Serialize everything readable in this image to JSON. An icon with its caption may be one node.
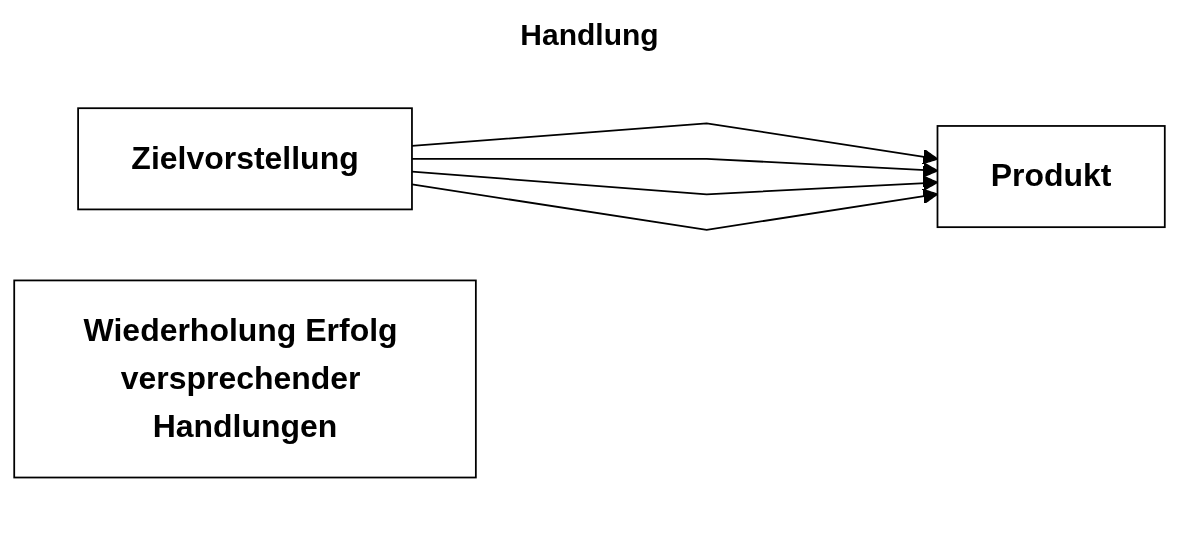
{
  "diagram": {
    "title": "Handlung",
    "nodes": [
      {
        "text": [
          "Zielvorstellung"
        ]
      },
      {
        "text": [
          "Produkt"
        ]
      },
      {
        "text": [
          "Wiederholung Erfolg versprechender Handlungen"
        ]
      }
    ],
    "edges": [
      {
        "from": 0,
        "to": 1,
        "arrow": "to"
      },
      {
        "from": 0,
        "to": 1,
        "arrow": "to"
      },
      {
        "from": 0,
        "to": 1,
        "arrow": "to"
      },
      {
        "from": 0,
        "to": 1,
        "arrow": "to"
      }
    ]
  }
}
